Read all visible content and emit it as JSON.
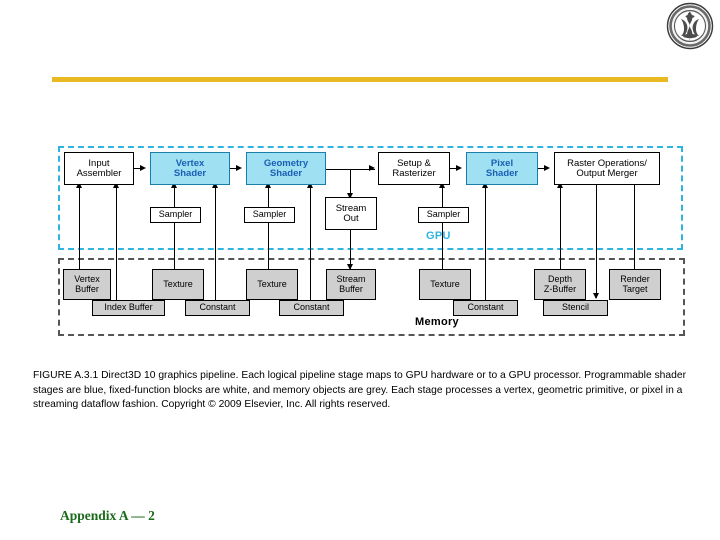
{
  "slide": {
    "footer": "Appendix A — 2",
    "rule_color": "#e8b923",
    "footer_color": "#1b6a1b"
  },
  "logo": {
    "name": "university-seal-logo"
  },
  "figure": {
    "regions": {
      "gpu_label": "GPU",
      "gpu_color": "#2fb4e0",
      "memory_label": "Memory",
      "memory_color": "#555555"
    },
    "pipeline_stages": [
      {
        "label_line1": "Input",
        "label_line2": "Assembler",
        "type": "fixed"
      },
      {
        "label_line1": "Vertex",
        "label_line2": "Shader",
        "type": "shader"
      },
      {
        "label_line1": "Geometry",
        "label_line2": "Shader",
        "type": "shader"
      },
      {
        "label_line1": "Setup &",
        "label_line2": "Rasterizer",
        "type": "fixed"
      },
      {
        "label_line1": "Pixel",
        "label_line2": "Shader",
        "type": "shader"
      },
      {
        "label_line1": "Raster Operations/",
        "label_line2": "Output Merger",
        "type": "fixed"
      }
    ],
    "stream_out": {
      "label_line1": "Stream",
      "label_line2": "Out",
      "type": "fixed"
    },
    "samplers": [
      {
        "label": "Sampler"
      },
      {
        "label": "Sampler"
      },
      {
        "label": "Sampler"
      }
    ],
    "memory_objects_top": [
      {
        "label_line1": "Vertex",
        "label_line2": "Buffer"
      },
      {
        "label_line1": "Texture",
        "label_line2": ""
      },
      {
        "label_line1": "Texture",
        "label_line2": ""
      },
      {
        "label_line1": "Stream",
        "label_line2": "Buffer"
      },
      {
        "label_line1": "Texture",
        "label_line2": ""
      },
      {
        "label_line1": "Depth",
        "label_line2": "Z-Buffer"
      },
      {
        "label_line1": "Render",
        "label_line2": "Target"
      }
    ],
    "memory_objects_bottom": [
      {
        "label": "Index Buffer"
      },
      {
        "label": "Constant"
      },
      {
        "label": "Constant"
      },
      {
        "label": "Constant"
      },
      {
        "label": "Stencil"
      }
    ],
    "colors": {
      "shader_fill": "#9fe0f2",
      "shader_text": "#1a5fb4",
      "fixed_fill": "#ffffff",
      "memory_fill": "#cfcfcf",
      "line": "#000000"
    }
  },
  "caption": {
    "text": "FIGURE A.3.1 Direct3D 10 graphics pipeline. Each logical pipeline stage maps to GPU hardware or to a GPU processor. Programmable shader stages are blue, fixed-function blocks are white, and memory objects are grey. Each stage processes a vertex, geometric primitive, or pixel in a streaming dataflow fashion. Copyright © 2009 Elsevier, Inc. All rights reserved."
  }
}
